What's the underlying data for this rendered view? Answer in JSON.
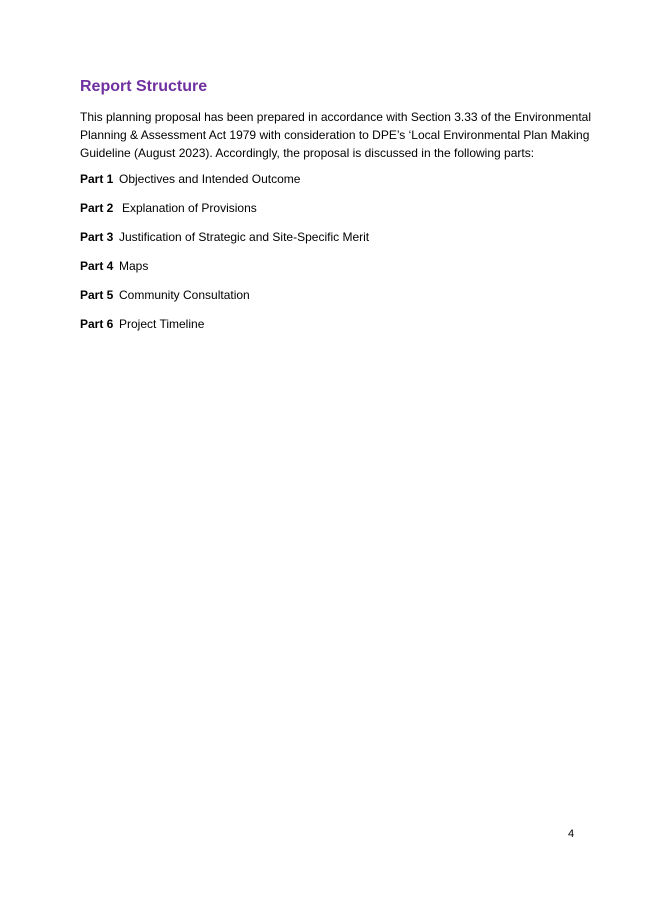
{
  "section": {
    "heading": "Report Structure",
    "intro_lines": [
      "This planning proposal has been prepared in accordance with Section 3.33 of the Environmental",
      "Planning & Assessment Act 1979 with consideration to DPE’s ‘Local Environmental Plan Making",
      "Guideline (August 2023). Accordingly, the proposal is discussed in the following parts:"
    ],
    "parts": [
      {
        "number": "Part 1",
        "title": "Objectives and Intended Outcome"
      },
      {
        "number": "Part 2",
        "title": "Explanation of Provisions"
      },
      {
        "number": "Part 3",
        "title": "Justification of Strategic and Site-Specific Merit"
      },
      {
        "number": "Part 4",
        "title": "Maps"
      },
      {
        "number": "Part 5",
        "title": "Community Consultation"
      },
      {
        "number": "Part 6",
        "title": "Project Timeline"
      }
    ]
  },
  "footer": {
    "page_number": "4"
  },
  "colors": {
    "heading": "#7030a0",
    "text": "#000000",
    "background": "#ffffff"
  }
}
